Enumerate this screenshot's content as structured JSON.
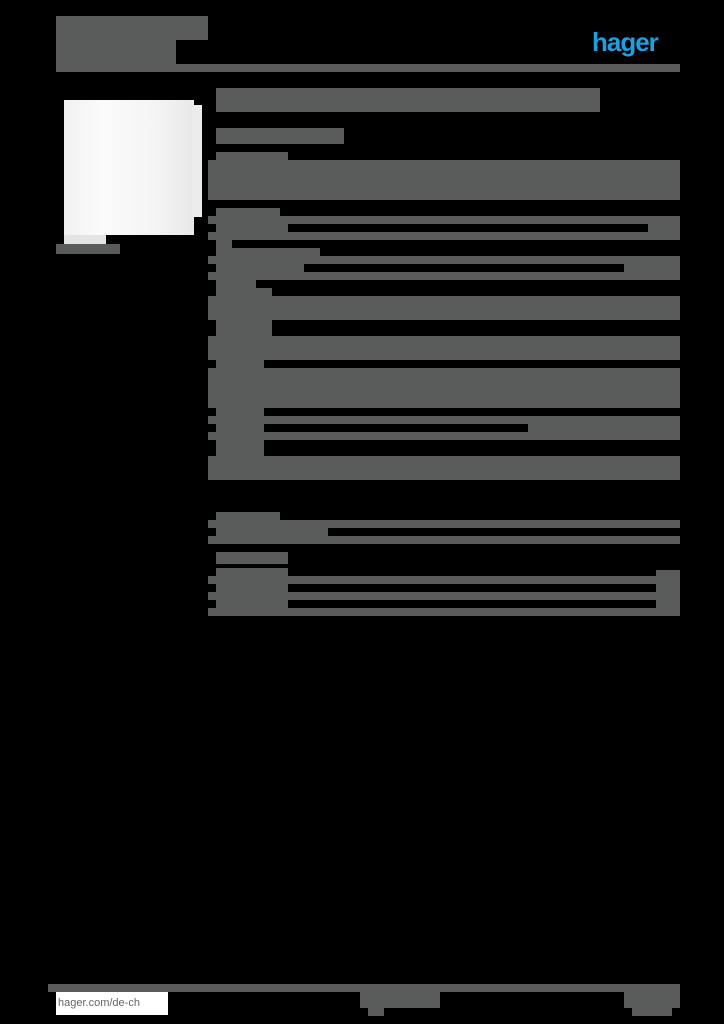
{
  "header": {
    "brand_logo": "hager",
    "brand_color": "#1ca0e3",
    "title_lines": [
      "",
      ""
    ],
    "redacted": true
  },
  "product": {
    "image": "product-photo",
    "caption": ""
  },
  "main": {
    "heading": "",
    "subheading": "",
    "sections": [
      {
        "label": "",
        "rows": 1
      },
      {
        "label": "",
        "rows": 2
      },
      {
        "label": "",
        "rows": 2
      },
      {
        "label": "",
        "rows": 3
      },
      {
        "label": "",
        "rows": 1
      },
      {
        "label": "",
        "rows": 1
      },
      {
        "label": "",
        "rows": 2
      }
    ]
  },
  "footer": {
    "url": "hager.com/de-ch"
  },
  "colors": {
    "background": "#000000",
    "redaction_gray": "#5a5b5b",
    "brand_blue": "#1ca0e3"
  }
}
